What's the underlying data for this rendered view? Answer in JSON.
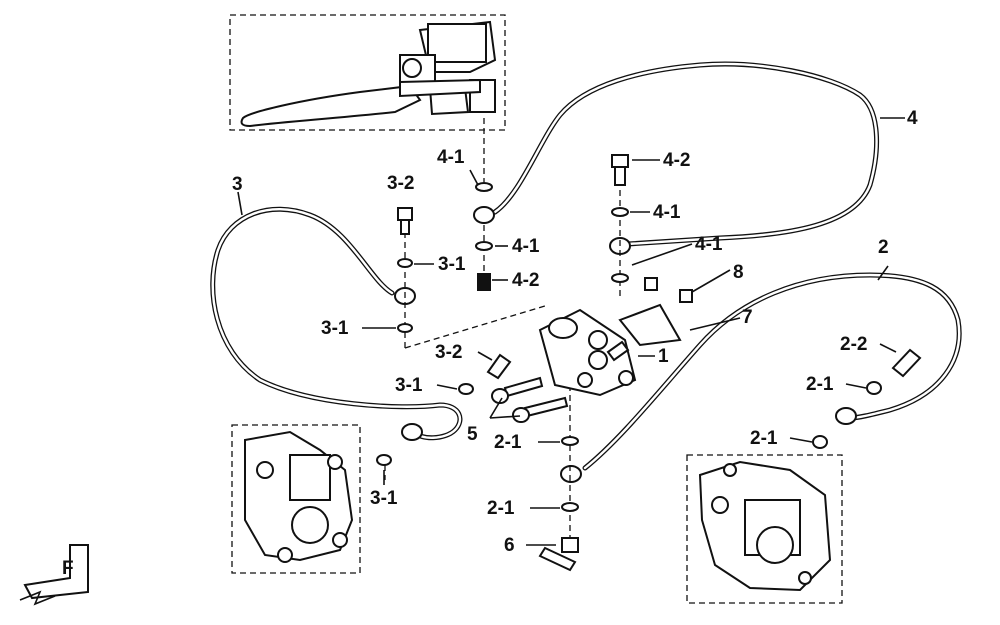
{
  "labels": {
    "l1": "1",
    "l2": "2",
    "l2_1a": "2-1",
    "l2_1b": "2-1",
    "l2_1c": "2-1",
    "l2_1d": "2-1",
    "l2_2": "2-2",
    "l3": "3",
    "l3_1a": "3-1",
    "l3_1b": "3-1",
    "l3_1c": "3-1",
    "l3_1d": "3-1",
    "l3_2a": "3-2",
    "l3_2b": "3-2",
    "l4": "4",
    "l4_1a": "4-1",
    "l4_1b": "4-1",
    "l4_1c": "4-1",
    "l4_1d": "4-1",
    "l4_2a": "4-2",
    "l4_2b": "4-2",
    "l5": "5",
    "l6": "6",
    "l7": "7",
    "l8": "8",
    "front_marker": "F"
  },
  "colors": {
    "ink": "#111111",
    "paper": "#ffffff"
  }
}
